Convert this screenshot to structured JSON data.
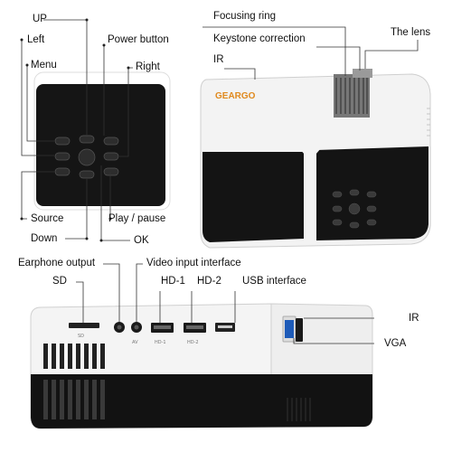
{
  "brand": "GEARGO",
  "labels": {
    "up": "UP",
    "left": "Left",
    "menu": "Menu",
    "power_button": "Power button",
    "right": "Right",
    "source": "Source",
    "play_pause": "Play / pause",
    "down": "Down",
    "ok": "OK",
    "focusing_ring": "Focusing ring",
    "keystone_correction": "Keystone correction",
    "the_lens": "The lens",
    "ir_top": "IR",
    "earphone_output": "Earphone output",
    "video_input_interface": "Video input interface",
    "sd": "SD",
    "hd1": "HD-1",
    "hd2": "HD-2",
    "usb_interface": "USB interface",
    "ir_side": "IR",
    "vga": "VGA"
  },
  "port_marks": {
    "sd": "SD",
    "av": "AV",
    "hd1": "HD-1",
    "hd2": "HD-2"
  },
  "colors": {
    "body_white": "#f4f4f4",
    "panel_black": "#151515",
    "leader_line": "#333333",
    "button": "#2c2c2c",
    "vga_blue": "#1e5bb8"
  }
}
